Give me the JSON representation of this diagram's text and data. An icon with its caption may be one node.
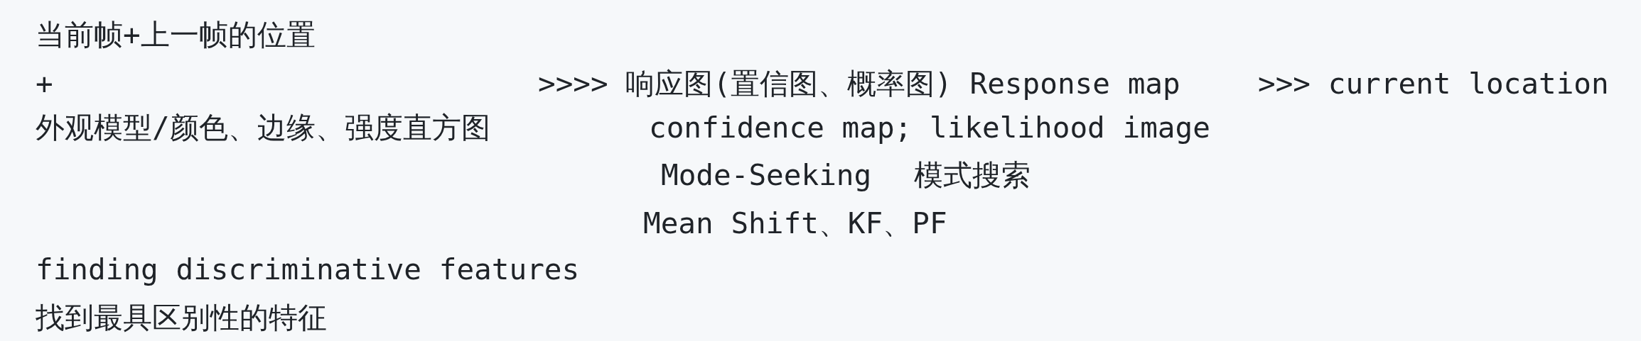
{
  "diagram": {
    "labels": [
      "当前帧+上一帧的位置",
      "+",
      ">>>> 响应图(置信图、概率图) Response map",
      ">>> current location",
      "外观模型/颜色、边缘、强度直方图",
      "confidence map; likelihood image",
      "Mode-Seeking",
      "模式搜索",
      "Mean Shift、KF、PF",
      "finding discriminative features",
      "找到最具区别性的特征"
    ]
  }
}
